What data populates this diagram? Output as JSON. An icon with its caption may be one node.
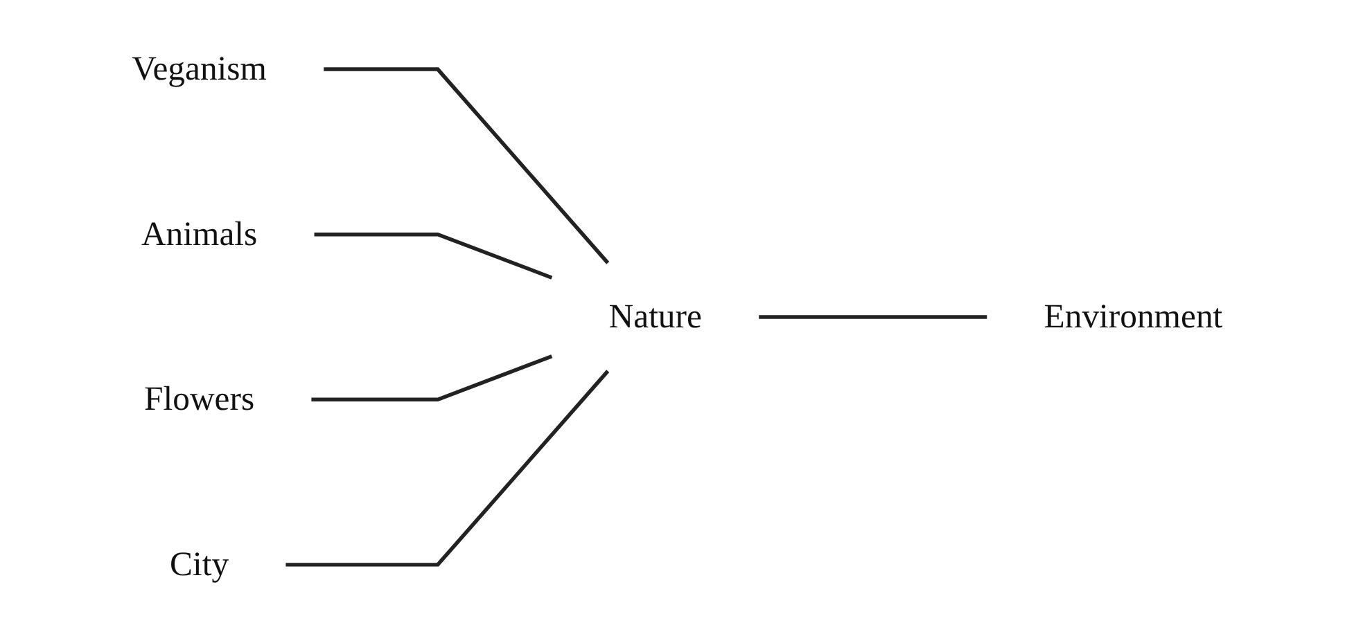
{
  "diagram": {
    "nodes": [
      {
        "text": [
          "Environment"
        ]
      },
      {
        "text": [
          "Veganism"
        ]
      },
      {
        "text": [
          "Animals"
        ]
      },
      {
        "text": [
          "Flowers"
        ]
      },
      {
        "text": [
          "City"
        ]
      },
      {
        "text": [
          "Nature"
        ]
      }
    ],
    "edges": [
      {
        "from": 1,
        "to": 5,
        "arrow": "none"
      },
      {
        "from": 2,
        "to": 5,
        "arrow": "none"
      },
      {
        "from": 3,
        "to": 5,
        "arrow": "none"
      },
      {
        "from": 4,
        "to": 5,
        "arrow": "none"
      },
      {
        "from": 5,
        "to": 0,
        "arrow": "none"
      }
    ]
  }
}
